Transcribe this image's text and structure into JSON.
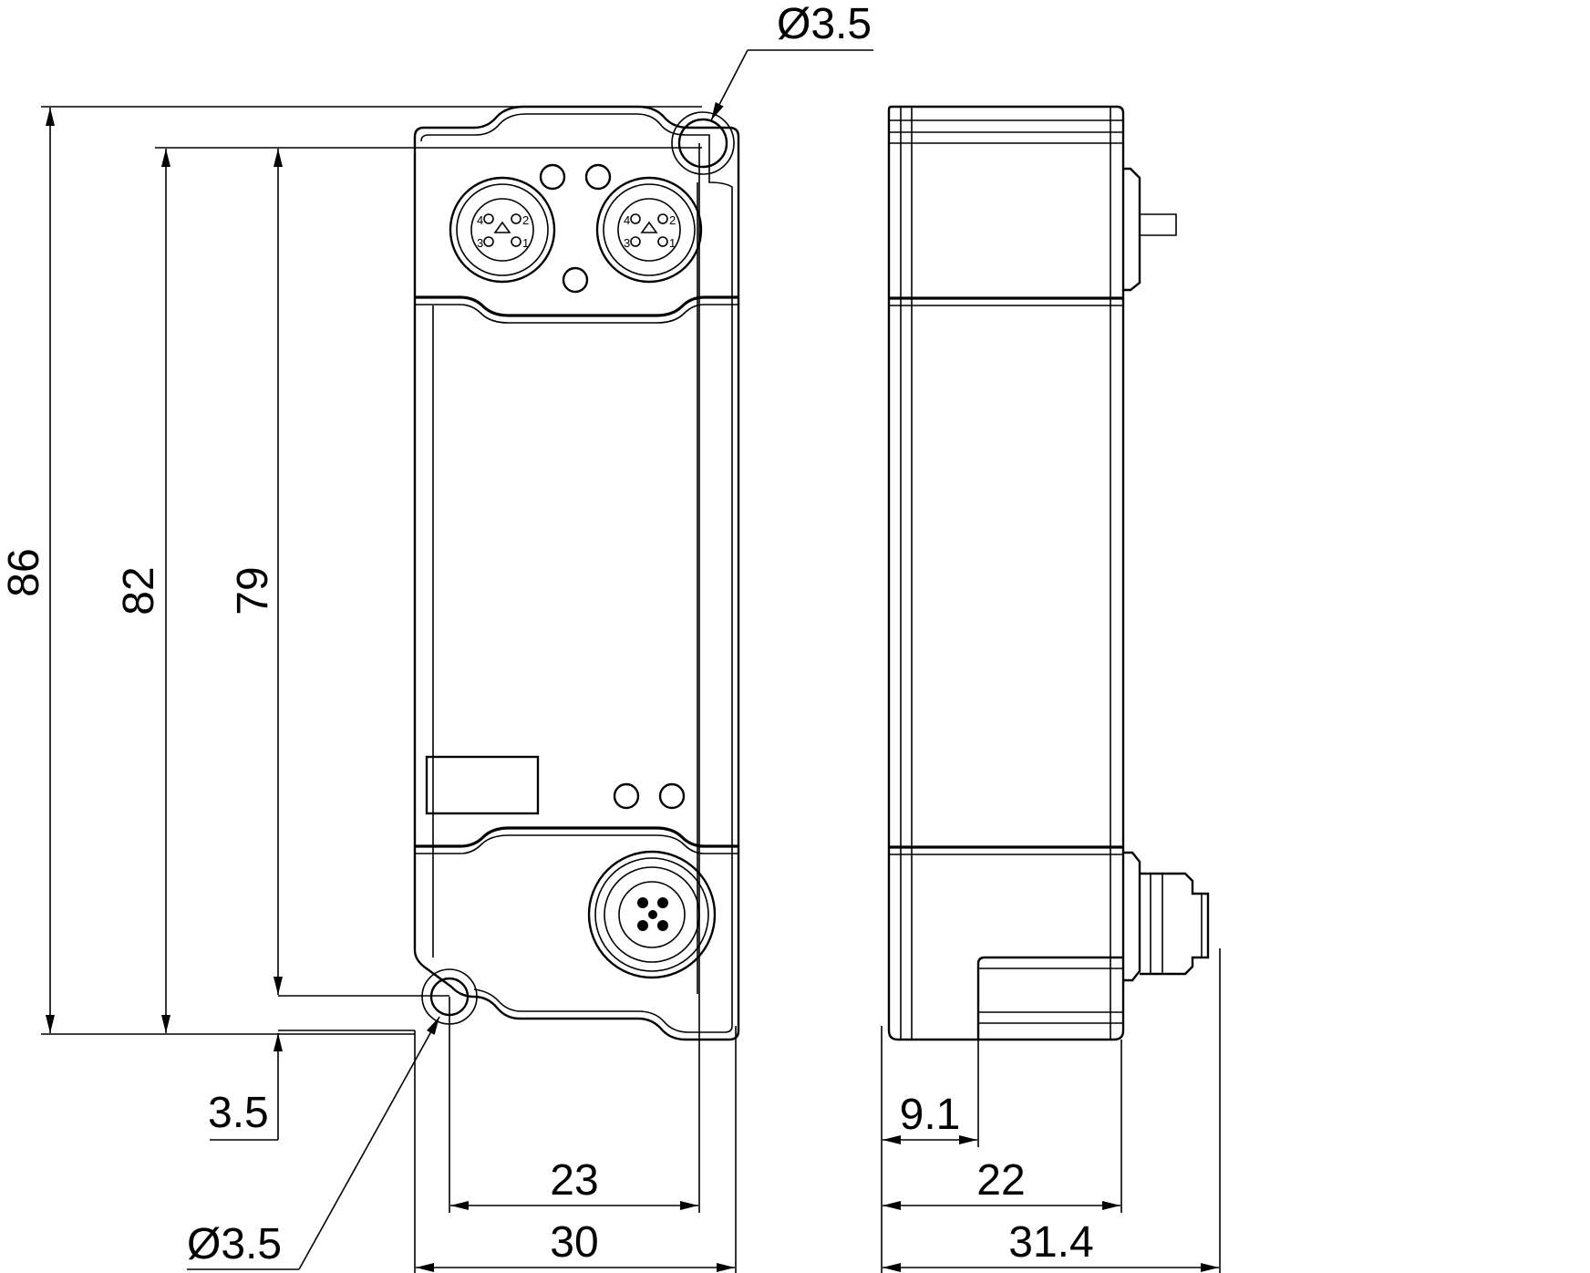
{
  "drawing": {
    "dimensions": {
      "top_hole_diameter": "Ø3.5",
      "bottom_hole_diameter": "Ø3.5",
      "height_overall": "86",
      "height_82": "82",
      "height_79": "79",
      "offset_bottom": "3.5",
      "hole_spacing_width": "23",
      "width_front": "30",
      "side_offset": "9.1",
      "side_depth": "22",
      "side_total_depth": "31.4"
    },
    "connector_pins": {
      "left": [
        "1",
        "2",
        "3",
        "4"
      ],
      "right": [
        "1",
        "2",
        "3",
        "4"
      ]
    }
  }
}
